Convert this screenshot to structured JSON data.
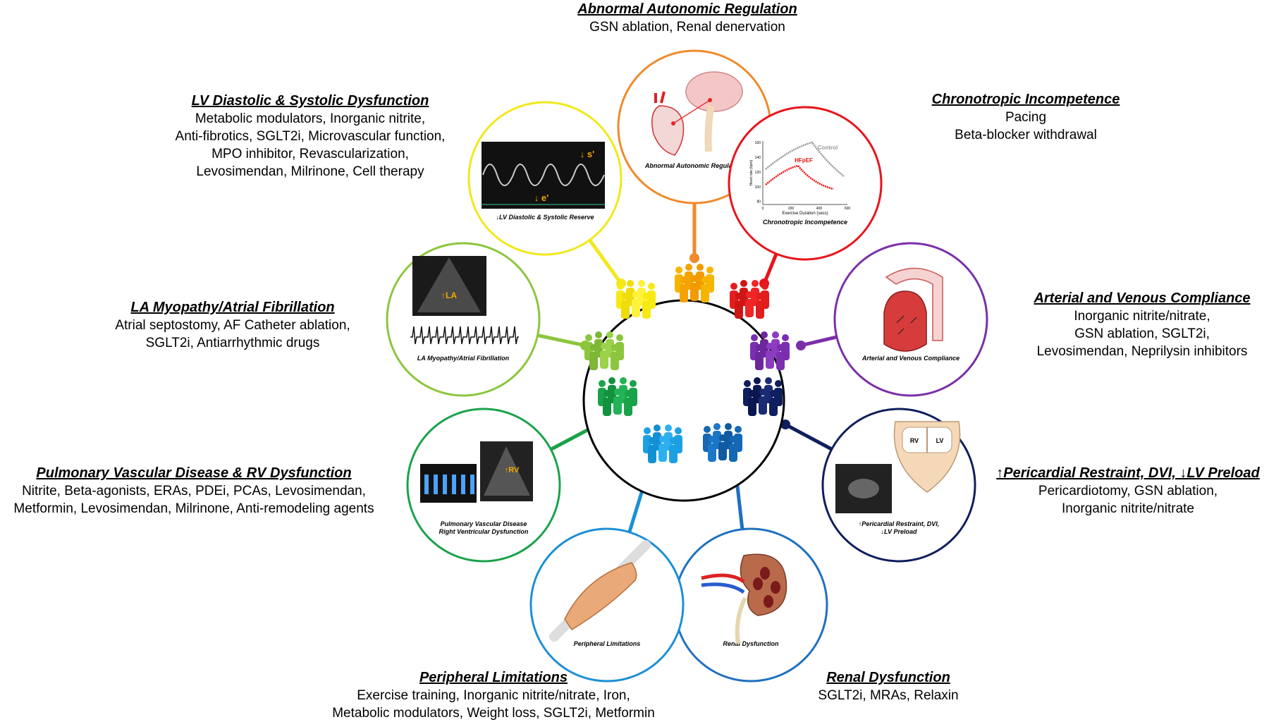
{
  "colors": {
    "autonomic": "#f08a2b",
    "chronotropic": "#e8141b",
    "arterial": "#7a2fa8",
    "pericardial": "#0f1e5e",
    "renal": "#1f70c1",
    "peripheral": "#1c8fd6",
    "pulmonary": "#1aa24a",
    "la": "#8cc63e",
    "lv": "#f2e81a",
    "hub": "#000000"
  },
  "groups": [
    {
      "key": "autonomic",
      "title": "Abnormal Autonomic Regulation",
      "therapies": [
        "GSN ablation, Renal denervation"
      ],
      "caption": [
        "Abnormal Autonomic Regulation"
      ]
    },
    {
      "key": "chronotropic",
      "title": "Chronotropic Incompetence",
      "therapies": [
        "Pacing",
        "Beta-blocker withdrawal"
      ],
      "caption": [
        "Chronotropic Incompetence"
      ],
      "plot": {
        "control": "Control",
        "hfpef": "HFpEF",
        "xlabel": "Exercise Duration (secs)",
        "ylabel": "Heart rate (bpm)",
        "yticks": [
          "160",
          "140",
          "120",
          "100",
          "80"
        ],
        "xticks": [
          "0",
          "200",
          "400",
          "600"
        ]
      }
    },
    {
      "key": "arterial",
      "title": "Arterial and Venous Compliance",
      "therapies": [
        "Inorganic nitrite/nitrate,",
        "GSN ablation, SGLT2i,",
        "Levosimendan, Neprilysin inhibitors"
      ],
      "caption": [
        "Arterial and Venous Compliance"
      ]
    },
    {
      "key": "pericardial",
      "title": "↑Pericardial Restraint, DVI, ↓LV Preload",
      "therapies": [
        "Pericardiotomy, GSN ablation,",
        "Inorganic nitrite/nitrate"
      ],
      "caption": [
        "↑Pericardial Restraint, DVI,",
        "↓LV Preload"
      ],
      "heart": {
        "rv": "RV",
        "lv": "LV"
      }
    },
    {
      "key": "renal",
      "title": "Renal Dysfunction",
      "therapies": [
        "SGLT2i, MRAs, Relaxin"
      ],
      "caption": [
        "Renal Dysfunction"
      ]
    },
    {
      "key": "peripheral",
      "title": "Peripheral Limitations",
      "therapies": [
        "Exercise training, Inorganic nitrite/nitrate, Iron,",
        "Metabolic modulators, Weight loss, SGLT2i, Metformin"
      ],
      "caption": [
        "Peripheral Limitations"
      ]
    },
    {
      "key": "pulmonary",
      "title": "Pulmonary Vascular Disease & RV Dysfunction",
      "therapies": [
        "Nitrite, Beta-agonists, ERAs, PDEi, PCAs, Levosimendan,",
        "Metformin, Levosimendan, Milrinone, Anti-remodeling agents"
      ],
      "caption": [
        "Pulmonary Vascular Disease",
        "Right Ventricular Dysfunction"
      ],
      "echo": "↑RV"
    },
    {
      "key": "la",
      "title": "LA Myopathy/Atrial Fibrillation",
      "therapies": [
        "Atrial septostomy, AF Catheter ablation,",
        "SGLT2i, Antiarrhythmic drugs"
      ],
      "caption": [
        "LA Myopathy/Atrial Fibrillation"
      ],
      "echo": "↑LA"
    },
    {
      "key": "lv",
      "title": "LV Diastolic & Systolic Dysfunction",
      "therapies": [
        "Metabolic modulators, Inorganic nitrite,",
        "Anti-fibrotics, SGLT2i, Microvascular function,",
        "MPO inhibitor, Revascularization,",
        "Levosimendan, Milrinone, Cell therapy"
      ],
      "caption": [
        "↓LV Diastolic & Systolic Reserve"
      ],
      "doppler": {
        "s": "↓ s'",
        "e": "↓ e'"
      }
    }
  ]
}
